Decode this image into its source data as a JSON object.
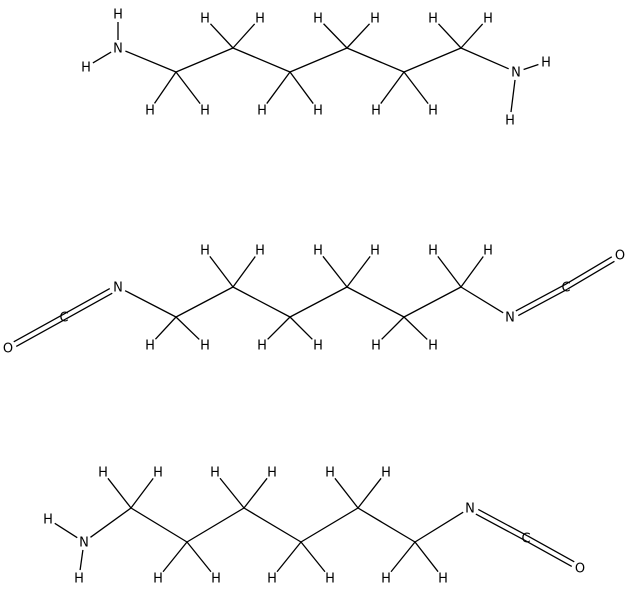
{
  "molecules": [
    {
      "name": "hexamethylenediamine",
      "atoms": [
        {
          "id": "Ha",
          "label": "H"
        },
        {
          "id": "Hb",
          "label": "H"
        },
        {
          "id": "N1",
          "label": "N"
        },
        {
          "id": "C1",
          "label": "C"
        },
        {
          "id": "C2",
          "label": "C"
        },
        {
          "id": "C3",
          "label": "C"
        },
        {
          "id": "C4",
          "label": "C"
        },
        {
          "id": "C5",
          "label": "C"
        },
        {
          "id": "C6",
          "label": "C"
        },
        {
          "id": "N2",
          "label": "N"
        },
        {
          "id": "Hc",
          "label": "H"
        },
        {
          "id": "Hd",
          "label": "H"
        },
        {
          "id": "h1a",
          "label": "H"
        },
        {
          "id": "h1b",
          "label": "H"
        },
        {
          "id": "h2a",
          "label": "H"
        },
        {
          "id": "h2b",
          "label": "H"
        },
        {
          "id": "h3a",
          "label": "H"
        },
        {
          "id": "h3b",
          "label": "H"
        },
        {
          "id": "h4a",
          "label": "H"
        },
        {
          "id": "h4b",
          "label": "H"
        },
        {
          "id": "h5a",
          "label": "H"
        },
        {
          "id": "h5b",
          "label": "H"
        },
        {
          "id": "h6a",
          "label": "H"
        },
        {
          "id": "h6b",
          "label": "H"
        }
      ],
      "bonds": [
        [
          "N1",
          "Ha",
          1
        ],
        [
          "N1",
          "Hb",
          1
        ],
        [
          "N1",
          "C1",
          1
        ],
        [
          "C1",
          "C2",
          1
        ],
        [
          "C2",
          "C3",
          1
        ],
        [
          "C3",
          "C4",
          1
        ],
        [
          "C4",
          "C5",
          1
        ],
        [
          "C5",
          "C6",
          1
        ],
        [
          "C6",
          "N2",
          1
        ],
        [
          "N2",
          "Hc",
          1
        ],
        [
          "N2",
          "Hd",
          1
        ],
        [
          "C1",
          "h1a",
          1
        ],
        [
          "C1",
          "h1b",
          1
        ],
        [
          "C2",
          "h2a",
          1
        ],
        [
          "C2",
          "h2b",
          1
        ],
        [
          "C3",
          "h3a",
          1
        ],
        [
          "C3",
          "h3b",
          1
        ],
        [
          "C4",
          "h4a",
          1
        ],
        [
          "C4",
          "h4b",
          1
        ],
        [
          "C5",
          "h5a",
          1
        ],
        [
          "C5",
          "h5b",
          1
        ],
        [
          "C6",
          "h6a",
          1
        ],
        [
          "C6",
          "h6b",
          1
        ]
      ]
    },
    {
      "name": "hexamethylene-diisocyanate",
      "atoms": [
        {
          "id": "O1",
          "label": "O"
        },
        {
          "id": "Ci1",
          "label": "C"
        },
        {
          "id": "N1",
          "label": "N"
        },
        {
          "id": "C1",
          "label": "C"
        },
        {
          "id": "C2",
          "label": "C"
        },
        {
          "id": "C3",
          "label": "C"
        },
        {
          "id": "C4",
          "label": "C"
        },
        {
          "id": "C5",
          "label": "C"
        },
        {
          "id": "C6",
          "label": "C"
        },
        {
          "id": "N2",
          "label": "N"
        },
        {
          "id": "Ci2",
          "label": "C"
        },
        {
          "id": "O2",
          "label": "O"
        },
        {
          "id": "h1a",
          "label": "H"
        },
        {
          "id": "h1b",
          "label": "H"
        },
        {
          "id": "h2a",
          "label": "H"
        },
        {
          "id": "h2b",
          "label": "H"
        },
        {
          "id": "h3a",
          "label": "H"
        },
        {
          "id": "h3b",
          "label": "H"
        },
        {
          "id": "h4a",
          "label": "H"
        },
        {
          "id": "h4b",
          "label": "H"
        },
        {
          "id": "h5a",
          "label": "H"
        },
        {
          "id": "h5b",
          "label": "H"
        },
        {
          "id": "h6a",
          "label": "H"
        },
        {
          "id": "h6b",
          "label": "H"
        }
      ],
      "bonds": [
        [
          "O1",
          "Ci1",
          2
        ],
        [
          "Ci1",
          "N1",
          2
        ],
        [
          "N1",
          "C1",
          1
        ],
        [
          "C1",
          "C2",
          1
        ],
        [
          "C2",
          "C3",
          1
        ],
        [
          "C3",
          "C4",
          1
        ],
        [
          "C4",
          "C5",
          1
        ],
        [
          "C5",
          "C6",
          1
        ],
        [
          "C6",
          "N2",
          1
        ],
        [
          "N2",
          "Ci2",
          2
        ],
        [
          "Ci2",
          "O2",
          2
        ],
        [
          "C1",
          "h1a",
          1
        ],
        [
          "C1",
          "h1b",
          1
        ],
        [
          "C2",
          "h2a",
          1
        ],
        [
          "C2",
          "h2b",
          1
        ],
        [
          "C3",
          "h3a",
          1
        ],
        [
          "C3",
          "h3b",
          1
        ],
        [
          "C4",
          "h4a",
          1
        ],
        [
          "C4",
          "h4b",
          1
        ],
        [
          "C5",
          "h5a",
          1
        ],
        [
          "C5",
          "h5b",
          1
        ],
        [
          "C6",
          "h6a",
          1
        ],
        [
          "C6",
          "h6b",
          1
        ]
      ]
    },
    {
      "name": "6-isocyanatohexylamine",
      "atoms": [
        {
          "id": "Ha",
          "label": "H"
        },
        {
          "id": "Hb",
          "label": "H"
        },
        {
          "id": "N1",
          "label": "N"
        },
        {
          "id": "C1",
          "label": "C"
        },
        {
          "id": "C2",
          "label": "C"
        },
        {
          "id": "C3",
          "label": "C"
        },
        {
          "id": "C4",
          "label": "C"
        },
        {
          "id": "C5",
          "label": "C"
        },
        {
          "id": "C6",
          "label": "C"
        },
        {
          "id": "N2",
          "label": "N"
        },
        {
          "id": "Ci",
          "label": "C"
        },
        {
          "id": "O",
          "label": "O"
        },
        {
          "id": "h1a",
          "label": "H"
        },
        {
          "id": "h1b",
          "label": "H"
        },
        {
          "id": "h2a",
          "label": "H"
        },
        {
          "id": "h2b",
          "label": "H"
        },
        {
          "id": "h3a",
          "label": "H"
        },
        {
          "id": "h3b",
          "label": "H"
        },
        {
          "id": "h4a",
          "label": "H"
        },
        {
          "id": "h4b",
          "label": "H"
        },
        {
          "id": "h5a",
          "label": "H"
        },
        {
          "id": "h5b",
          "label": "H"
        },
        {
          "id": "h6a",
          "label": "H"
        },
        {
          "id": "h6b",
          "label": "H"
        }
      ],
      "bonds": [
        [
          "N1",
          "Ha",
          1
        ],
        [
          "N1",
          "Hb",
          1
        ],
        [
          "N1",
          "C1",
          1
        ],
        [
          "C1",
          "C2",
          1
        ],
        [
          "C2",
          "C3",
          1
        ],
        [
          "C3",
          "C4",
          1
        ],
        [
          "C4",
          "C5",
          1
        ],
        [
          "C5",
          "C6",
          1
        ],
        [
          "C6",
          "N2",
          1
        ],
        [
          "N2",
          "Ci",
          2
        ],
        [
          "Ci",
          "O",
          2
        ],
        [
          "C1",
          "h1a",
          1
        ],
        [
          "C1",
          "h1b",
          1
        ],
        [
          "C2",
          "h2a",
          1
        ],
        [
          "C2",
          "h2b",
          1
        ],
        [
          "C3",
          "h3a",
          1
        ],
        [
          "C3",
          "h3b",
          1
        ],
        [
          "C4",
          "h4a",
          1
        ],
        [
          "C4",
          "h4b",
          1
        ],
        [
          "C5",
          "h5a",
          1
        ],
        [
          "C5",
          "h5b",
          1
        ],
        [
          "C6",
          "h6a",
          1
        ],
        [
          "C6",
          "h6b",
          1
        ]
      ]
    }
  ]
}
